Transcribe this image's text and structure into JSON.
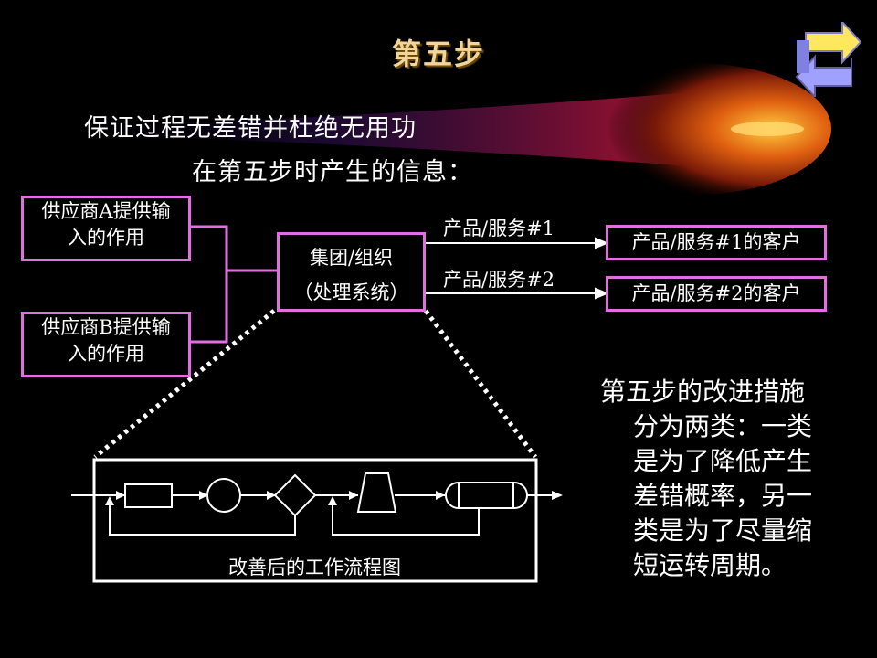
{
  "title": "第五步",
  "subtitle_1": "保证过程无差错并杜绝无用功",
  "subtitle_2": "在第五步时产生的信息：",
  "supplier_a": {
    "line1": "供应商A提供输",
    "line2": "入的作用"
  },
  "supplier_b": {
    "line1": "供应商B提供输",
    "line2": "入的作用"
  },
  "org": {
    "line1": "集团/组织",
    "line2": "（处理系统）"
  },
  "output_1": "产品/服务#1",
  "output_2": "产品/服务#2",
  "customer_1": "产品/服务#1的客户",
  "customer_2": "产品/服务#2的客户",
  "flowchart_caption": "改善后的工作流程图",
  "note_lines": [
    "第五步的改进措施",
    "分为两类：一类",
    "是为了降低产生",
    "差错概率，另一",
    "类是为了尽量缩",
    "短运转周期。"
  ],
  "colors": {
    "box_border": "#e070e0",
    "title": "#f3d49a",
    "background": "#000000"
  }
}
